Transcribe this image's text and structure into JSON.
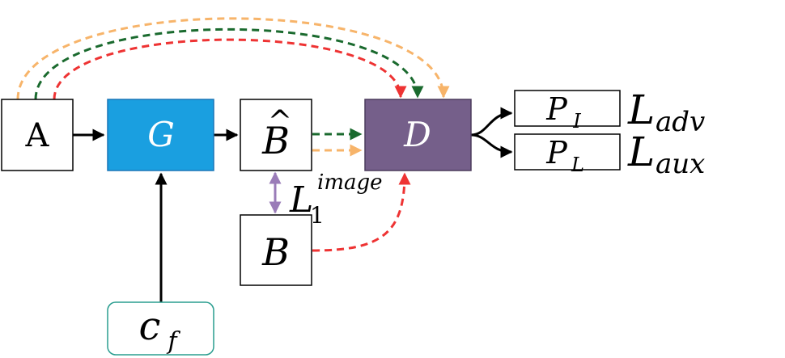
{
  "nodes": {
    "a": {
      "label": "A"
    },
    "g": {
      "label": "G",
      "fill": "#1a9fe0"
    },
    "b_hat": {
      "label": "B",
      "accent": "^"
    },
    "b": {
      "label": "B"
    },
    "d": {
      "label": "D",
      "fill": "#755f8a"
    },
    "c_f": {
      "label": "c",
      "subscript": "f",
      "stroke": "#2a9d8f"
    },
    "p_i": {
      "label": "P",
      "subscript": "I"
    },
    "p_l": {
      "label": "P",
      "subscript": "L"
    }
  },
  "losses": {
    "l_adv": {
      "label": "L",
      "subscript": "adv"
    },
    "l_aux": {
      "label": "L",
      "subscript": "aux"
    },
    "l1_image": {
      "label": "L",
      "subscript": "1",
      "superscript": "image"
    }
  },
  "colors": {
    "red": "#ee3333",
    "green": "#1a6a2e",
    "orange": "#f7b46a",
    "purple": "#9a7cb8",
    "black": "#000000"
  }
}
